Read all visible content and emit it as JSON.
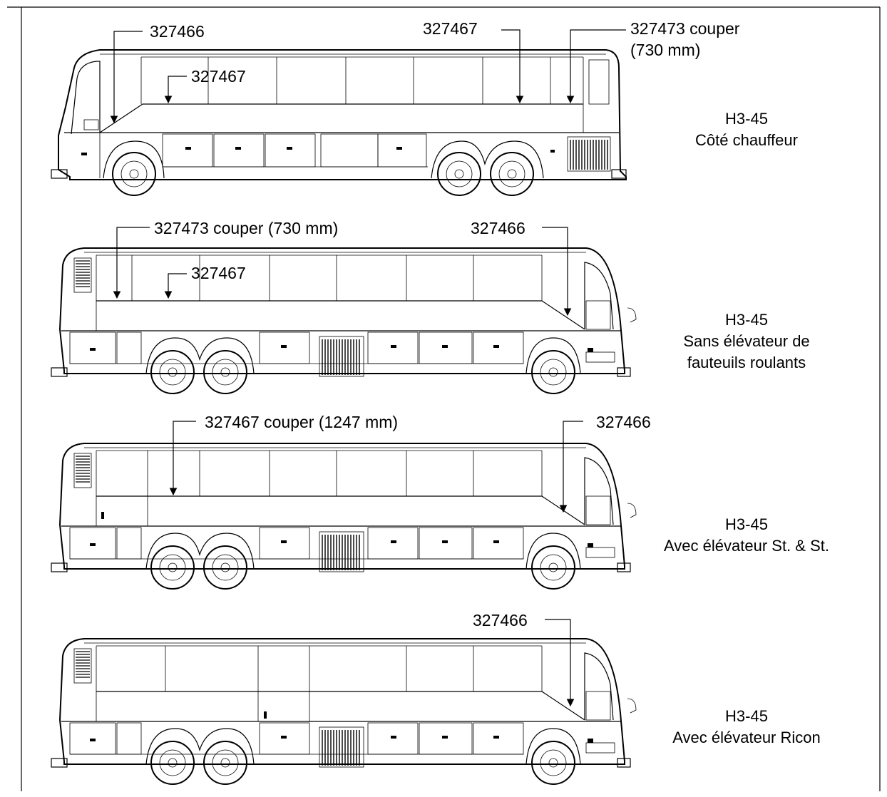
{
  "views": [
    {
      "caption": [
        "H3-45",
        "Côté chauffeur"
      ],
      "callouts": [
        "327466",
        "327467",
        "327467",
        "327473 couper",
        "(730 mm)"
      ]
    },
    {
      "caption": [
        "H3-45",
        "Sans élévateur de",
        "fauteuils roulants"
      ],
      "callouts": [
        "327473 couper (730 mm)",
        "327467",
        "327466"
      ]
    },
    {
      "caption": [
        "H3-45",
        "Avec élévateur St. & St."
      ],
      "callouts": [
        "327467 couper (1247 mm)",
        "327466"
      ]
    },
    {
      "caption": [
        "H3-45",
        "Avec élévateur Ricon"
      ],
      "callouts": [
        "327466"
      ]
    }
  ],
  "colors": {
    "line": "#000000",
    "background": "#ffffff"
  }
}
